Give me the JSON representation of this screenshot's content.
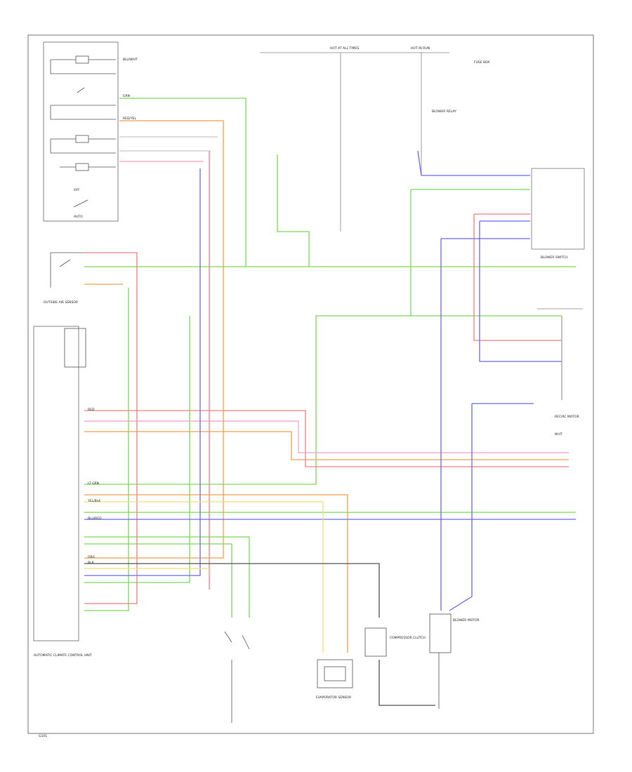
{
  "labels": {
    "blower_motor": "BLOWER MOTOR",
    "blower_switch": "BLOWER SWITCH",
    "outside_air_sensor": "OUTSIDE AIR SENSOR",
    "control_unit": "AUTOMATIC CLIMATE CONTROL UNIT",
    "compressor_clutch": "COMPRESSOR CLUTCH",
    "fuse_box": "FUSE BOX",
    "recirc_motor": "RECIRC MOTOR",
    "evaporator_sensor": "EVAPORATOR SENSOR",
    "ground": "G101",
    "power_relay": "BLOWER RELAY",
    "aux_label": "AUTO",
    "off_label": "OFF",
    "hot_at_all_times": "HOT AT ALL TIMES",
    "hot_in_run": "HOT IN RUN"
  },
  "wire_labels": {
    "blu_wht": "BLU/WHT",
    "grn": "GRN",
    "red_yel": "RED/YEL",
    "ltgrn": "LT GRN",
    "blu_red": "BLU/RED",
    "yel_blk": "YEL/BLK",
    "org": "ORG",
    "wht": "WHT",
    "blk": "BLK",
    "red": "RED"
  },
  "colors": {
    "green": "#7ed957",
    "red": "#f08080",
    "orange": "#f0a050",
    "blue": "#6b6bf0",
    "yellow": "#f0e070",
    "black": "#444444",
    "pink": "#f0a0c0",
    "gray": "#999999"
  }
}
